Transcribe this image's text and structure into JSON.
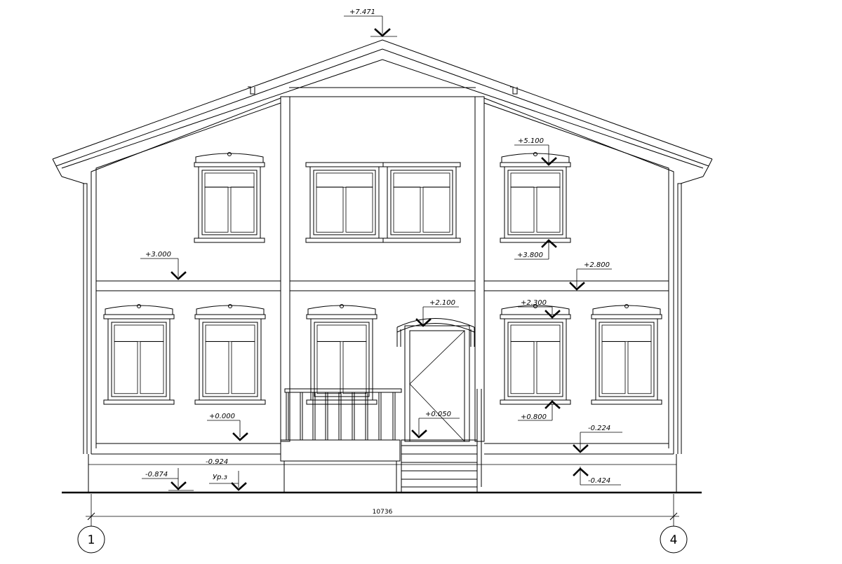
{
  "elevations": {
    "ridge": "+7.471",
    "upper_window_top": "+5.100",
    "upper_window_sill": "+3.800",
    "floor_two_left": "+3.000",
    "floor_two_right": "+2.800",
    "door_top": "+2.100",
    "lower_window_top": "+2.300",
    "ground_floor": "+0.000",
    "porch_landing": "+0.050",
    "lower_window_sill": "+0.800",
    "plinth_right": "-0.224",
    "plinth_left": "-0.924",
    "ground_left": "-0.874",
    "ground_level_label": "Ур.з",
    "ground_right": "-0.424"
  },
  "dimensions": {
    "overall_width": "10736"
  },
  "axes": {
    "left": "1",
    "right": "4"
  }
}
